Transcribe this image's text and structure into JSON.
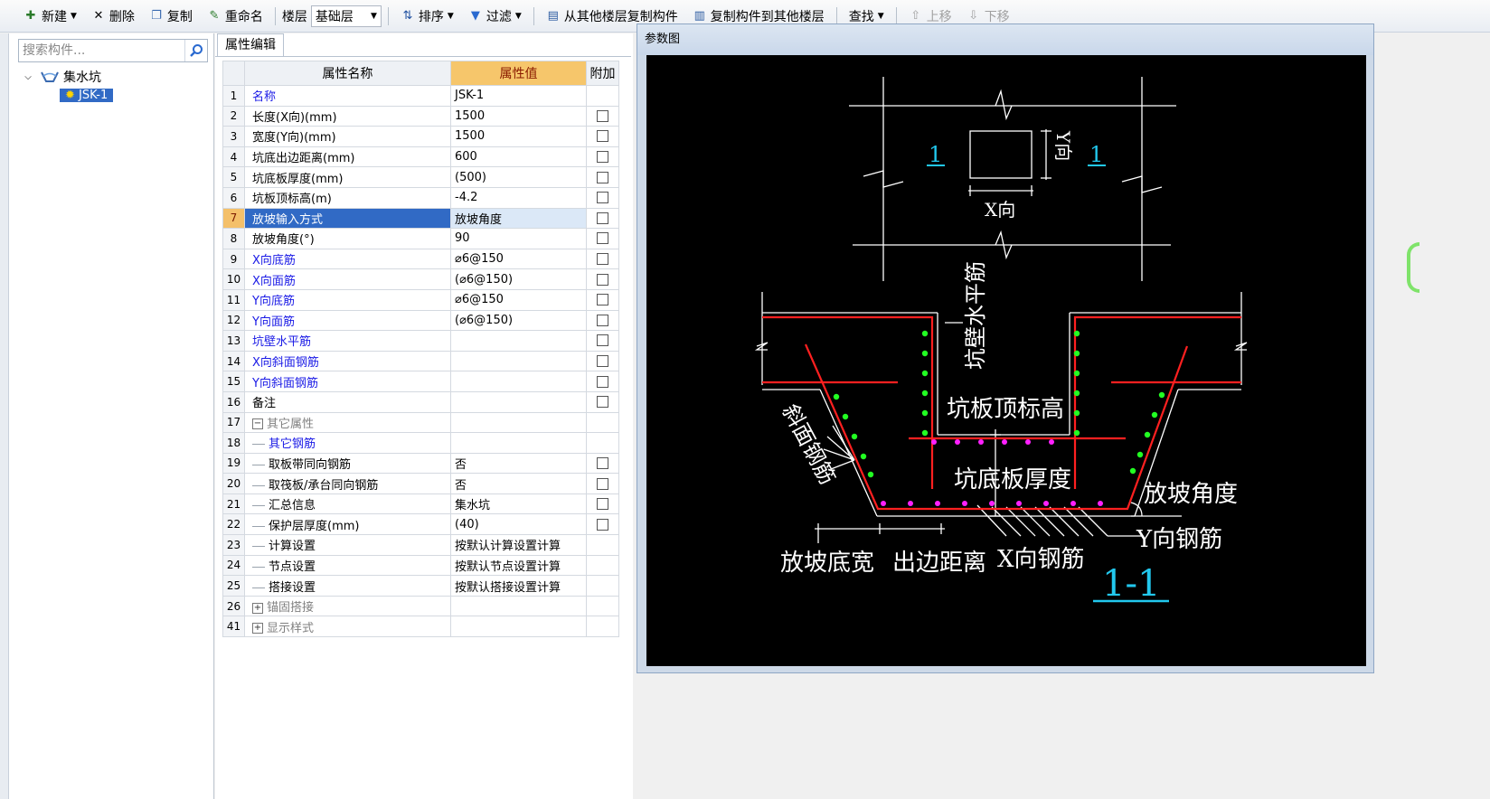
{
  "toolbar": {
    "new": "新建",
    "delete": "删除",
    "copy": "复制",
    "rename": "重命名",
    "floor_label": "楼层",
    "floor_value": "基础层",
    "sort": "排序",
    "filter": "过滤",
    "copy_from_floor": "从其他楼层复制构件",
    "copy_to_floor": "复制构件到其他楼层",
    "find": "查找",
    "move_up": "上移",
    "move_down": "下移"
  },
  "left": {
    "search_placeholder": "搜索构件...",
    "tree_root": "集水坑",
    "tree_child": "JSK-1"
  },
  "props": {
    "tab": "属性编辑",
    "headers": {
      "name": "属性名称",
      "value": "属性值",
      "extra": "附加"
    },
    "rows": [
      {
        "no": "1",
        "name": "名称",
        "value": "JSK-1",
        "style": "blue",
        "check": false
      },
      {
        "no": "2",
        "name": "长度(X向)(mm)",
        "value": "1500",
        "style": "",
        "check": true
      },
      {
        "no": "3",
        "name": "宽度(Y向)(mm)",
        "value": "1500",
        "style": "",
        "check": true
      },
      {
        "no": "4",
        "name": "坑底出边距离(mm)",
        "value": "600",
        "style": "",
        "check": true
      },
      {
        "no": "5",
        "name": "坑底板厚度(mm)",
        "value": "(500)",
        "style": "",
        "check": true
      },
      {
        "no": "6",
        "name": "坑板顶标高(m)",
        "value": "-4.2",
        "style": "",
        "check": true
      },
      {
        "no": "7",
        "name": "放坡输入方式",
        "value": "放坡角度",
        "style": "sel",
        "check": true
      },
      {
        "no": "8",
        "name": "放坡角度(°)",
        "value": "90",
        "style": "",
        "check": true
      },
      {
        "no": "9",
        "name": "X向底筋",
        "value": "⌀6@150",
        "style": "blue",
        "check": true
      },
      {
        "no": "10",
        "name": "X向面筋",
        "value": "(⌀6@150)",
        "style": "blue",
        "check": true
      },
      {
        "no": "11",
        "name": "Y向底筋",
        "value": "⌀6@150",
        "style": "blue",
        "check": true
      },
      {
        "no": "12",
        "name": "Y向面筋",
        "value": "(⌀6@150)",
        "style": "blue",
        "check": true
      },
      {
        "no": "13",
        "name": "坑壁水平筋",
        "value": "",
        "style": "blue",
        "check": true
      },
      {
        "no": "14",
        "name": "X向斜面钢筋",
        "value": "",
        "style": "blue",
        "check": true
      },
      {
        "no": "15",
        "name": "Y向斜面钢筋",
        "value": "",
        "style": "blue",
        "check": true
      },
      {
        "no": "16",
        "name": "备注",
        "value": "",
        "style": "",
        "check": true
      },
      {
        "no": "17",
        "name": "其它属性",
        "value": "",
        "style": "group",
        "check": false,
        "expander": "−"
      },
      {
        "no": "18",
        "name": "其它钢筋",
        "value": "",
        "style": "blue-indent",
        "check": false
      },
      {
        "no": "19",
        "name": "取板带同向钢筋",
        "value": "否",
        "style": "indent",
        "check": true
      },
      {
        "no": "20",
        "name": "取筏板/承台同向钢筋",
        "value": "否",
        "style": "indent",
        "check": true
      },
      {
        "no": "21",
        "name": "汇总信息",
        "value": "集水坑",
        "style": "indent",
        "check": true
      },
      {
        "no": "22",
        "name": "保护层厚度(mm)",
        "value": "(40)",
        "style": "indent",
        "check": true
      },
      {
        "no": "23",
        "name": "计算设置",
        "value": "按默认计算设置计算",
        "style": "indent",
        "check": false
      },
      {
        "no": "24",
        "name": "节点设置",
        "value": "按默认节点设置计算",
        "style": "indent",
        "check": false
      },
      {
        "no": "25",
        "name": "搭接设置",
        "value": "按默认搭接设置计算",
        "style": "indent",
        "check": false
      },
      {
        "no": "26",
        "name": "锚固搭接",
        "value": "",
        "style": "group",
        "check": false,
        "expander": "+"
      },
      {
        "no": "41",
        "name": "显示样式",
        "value": "",
        "style": "group",
        "check": false,
        "expander": "+"
      }
    ]
  },
  "param": {
    "title": "参数图",
    "labels": {
      "sec_left": "1",
      "sec_right": "1",
      "y_dir": "Y向",
      "x_dir": "X向",
      "wall_bar": "坑壁水平筋",
      "top_elev": "坑板顶标高",
      "slope_bar": "斜面钢筋",
      "bottom_thk": "坑底板厚度",
      "slope_angle": "放坡角度",
      "y_bar": "Y向钢筋",
      "slope_width": "放坡底宽",
      "edge_dist": "出边距离",
      "x_bar": "X向钢筋",
      "section": "1-1"
    }
  }
}
